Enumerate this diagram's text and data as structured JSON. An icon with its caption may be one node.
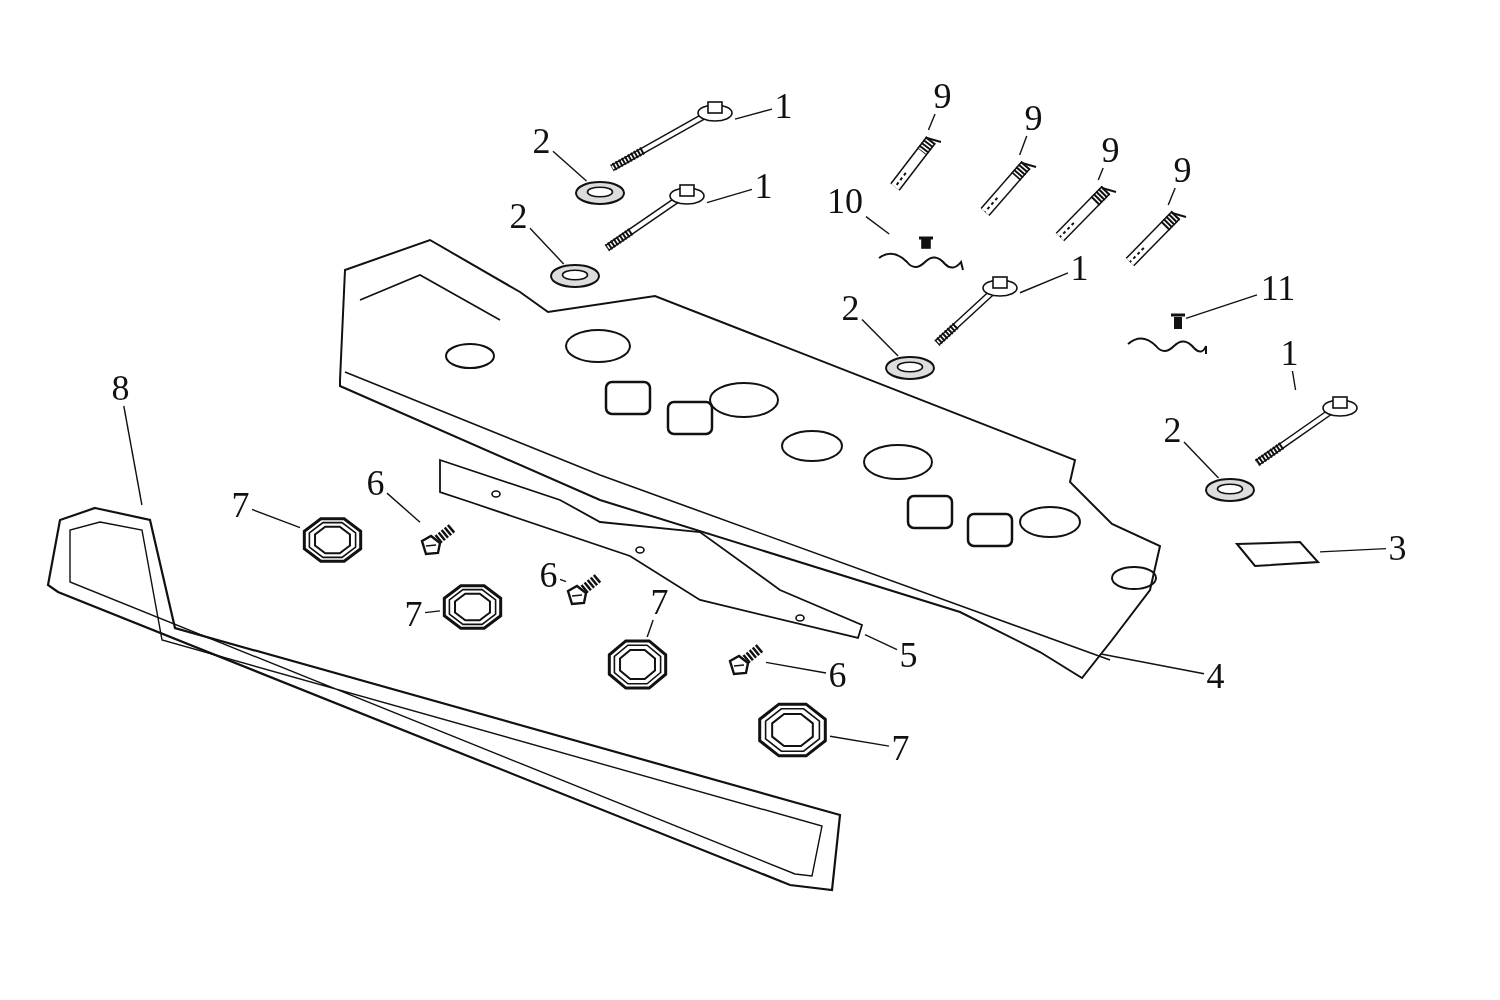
{
  "diagram": {
    "nodes": [
      {
        "text": [
          "1"
        ]
      },
      {
        "text": [
          "1"
        ]
      },
      {
        "text": [
          "1"
        ]
      },
      {
        "text": [
          "1"
        ]
      },
      {
        "text": [
          "2"
        ]
      },
      {
        "text": [
          "2"
        ]
      },
      {
        "text": [
          "2"
        ]
      },
      {
        "text": [
          "2"
        ]
      },
      {
        "text": [
          "9"
        ]
      },
      {
        "text": [
          "9"
        ]
      },
      {
        "text": [
          "9"
        ]
      },
      {
        "text": [
          "9"
        ]
      },
      {
        "text": [
          "10"
        ]
      },
      {
        "text": [
          "11"
        ]
      },
      {
        "text": [
          "3"
        ]
      },
      {
        "text": [
          "4"
        ]
      },
      {
        "text": [
          "5"
        ]
      },
      {
        "text": [
          "6"
        ]
      },
      {
        "text": [
          "6"
        ]
      },
      {
        "text": [
          "6"
        ]
      },
      {
        "text": [
          "7"
        ]
      },
      {
        "text": [
          "7"
        ]
      },
      {
        "text": [
          "7"
        ]
      },
      {
        "text": [
          "7"
        ]
      },
      {
        "text": [
          "8"
        ]
      },
      {
        "text": [],
        "shape": "picture"
      },
      {
        "text": [],
        "shape": "picture"
      },
      {
        "text": [],
        "shape": "picture"
      },
      {
        "text": [],
        "shape": "picture"
      },
      {
        "text": [],
        "shape": "picture"
      },
      {
        "text": [],
        "shape": "picture"
      },
      {
        "text": [],
        "shape": "picture"
      },
      {
        "text": [],
        "shape": "picture"
      },
      {
        "text": [],
        "shape": "picture"
      },
      {
        "text": [],
        "shape": "picture"
      },
      {
        "text": [],
        "shape": "picture"
      },
      {
        "text": [],
        "shape": "picture"
      },
      {
        "text": [],
        "shape": "picture"
      },
      {
        "text": [],
        "shape": "picture"
      },
      {
        "text": [],
        "shape": "picture"
      },
      {
        "text": [],
        "shape": "picture"
      },
      {
        "text": [],
        "shape": "picture"
      },
      {
        "text": [],
        "shape": "picture"
      },
      {
        "text": [],
        "shape": "picture"
      },
      {
        "text": [],
        "shape": "picture"
      },
      {
        "text": [],
        "shape": "picture"
      },
      {
        "text": [],
        "shape": "picture"
      },
      {
        "text": [],
        "shape": "picture"
      },
      {
        "text": [],
        "shape": "picture"
      },
      {
        "text": [],
        "shape": "picture"
      }
    ],
    "edges": [
      {
        "from": 0,
        "to": 25,
        "arrow": "none"
      },
      {
        "from": 1,
        "to": 26,
        "arrow": "none"
      },
      {
        "from": 2,
        "to": 27,
        "arrow": "none"
      },
      {
        "from": 3,
        "to": 28,
        "arrow": "none"
      },
      {
        "from": 4,
        "to": 29,
        "arrow": "none"
      },
      {
        "from": 5,
        "to": 30,
        "arrow": "none"
      },
      {
        "from": 6,
        "to": 31,
        "arrow": "none"
      },
      {
        "from": 7,
        "to": 32,
        "arrow": "none"
      },
      {
        "from": 8,
        "to": 33,
        "arrow": "none"
      },
      {
        "from": 9,
        "to": 34,
        "arrow": "none"
      },
      {
        "from": 10,
        "to": 35,
        "arrow": "none"
      },
      {
        "from": 11,
        "to": 36,
        "arrow": "none"
      },
      {
        "from": 12,
        "to": 37,
        "arrow": "none"
      },
      {
        "from": 13,
        "to": 38,
        "arrow": "none"
      },
      {
        "from": 14,
        "to": 39,
        "arrow": "none"
      },
      {
        "from": 15,
        "to": 40,
        "arrow": "none"
      },
      {
        "from": 16,
        "to": 41,
        "arrow": "none"
      },
      {
        "from": 17,
        "to": 42,
        "arrow": "none"
      },
      {
        "from": 18,
        "to": 43,
        "arrow": "none"
      },
      {
        "from": 19,
        "to": 44,
        "arrow": "none"
      },
      {
        "from": 20,
        "to": 45,
        "arrow": "none"
      },
      {
        "from": 21,
        "to": 46,
        "arrow": "none"
      },
      {
        "from": 22,
        "to": 47,
        "arrow": "none"
      },
      {
        "from": 23,
        "to": 48,
        "arrow": "none"
      },
      {
        "from": 24,
        "to": 49,
        "arrow": "none"
      }
    ]
  }
}
